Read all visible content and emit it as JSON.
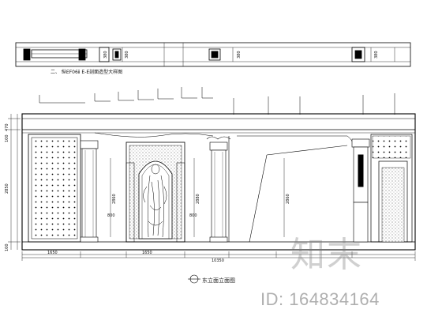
{
  "drawing": {
    "top_caption": "二、 纵EF06ⅱ E-E剖面造型大样图",
    "title": "东立面立面图",
    "total_width": "10350",
    "total_height": "2850",
    "left_heights": [
      "470",
      "100",
      "2850",
      "100"
    ],
    "inner_heights": [
      "2860",
      "2880",
      "2860"
    ],
    "inner_widths": [
      "800",
      "800"
    ],
    "bottom_dims": [
      "1650",
      "1650"
    ],
    "small_dims": [
      "380",
      "380",
      "380",
      "380"
    ]
  },
  "watermark": {
    "logo": "知末",
    "id_text": "ID: 164834164"
  }
}
